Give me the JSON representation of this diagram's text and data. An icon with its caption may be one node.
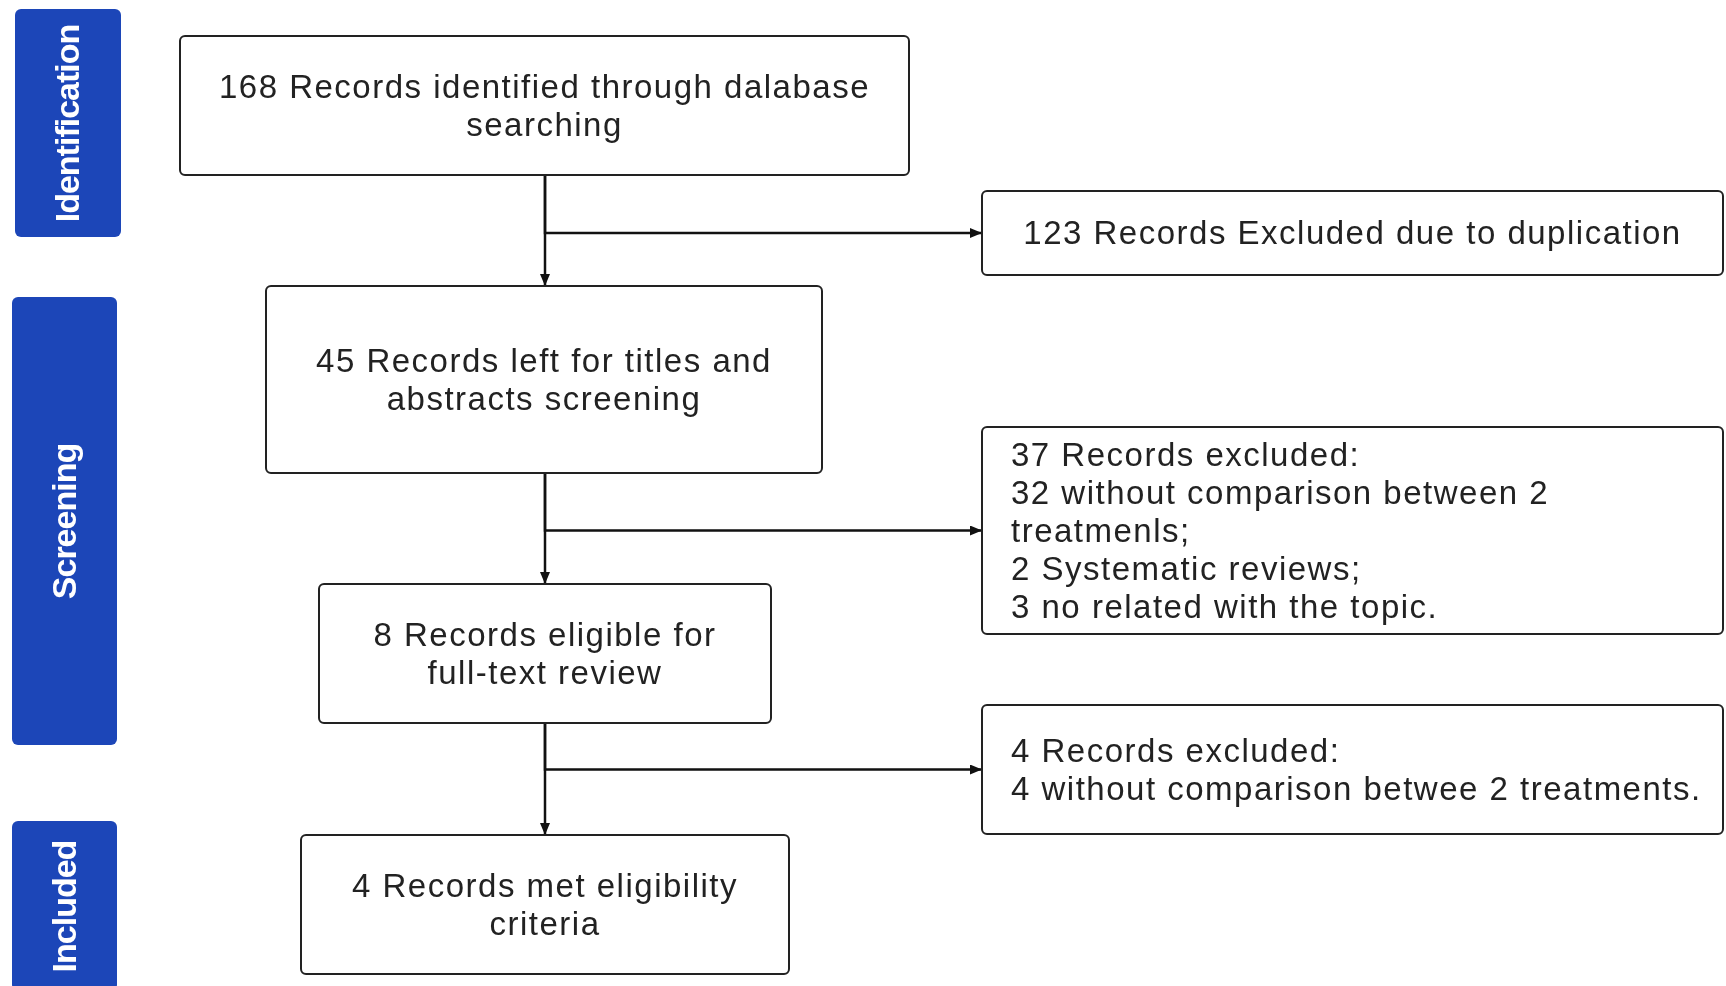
{
  "diagram": {
    "nodes": [
      {
        "text": [
          "Identification"
        ]
      },
      {
        "text": [
          "Screening"
        ]
      },
      {
        "text": [
          "Included"
        ]
      },
      {
        "text": [
          "168 Records identified through dalabase searching"
        ]
      },
      {
        "text": [
          "123 Records Excluded due to duplication"
        ]
      },
      {
        "text": [
          "45 Records left for titles and abstracts screening"
        ]
      },
      {
        "text": [
          "37 Records excluded:",
          "32 without comparison between 2 treatmenls;",
          "2 Systematic reviews;",
          "3 no related with the topic."
        ]
      },
      {
        "text": [
          "8 Records eligible for full-text review"
        ]
      },
      {
        "text": [
          "4 Records excluded:",
          "4 without comparison betwee 2 treatments."
        ]
      },
      {
        "text": [
          "4 Records met eligibility criteria"
        ]
      }
    ],
    "edges": [
      {
        "from": 3,
        "to": 5,
        "arrow": "to"
      },
      {
        "from": 3,
        "to": 4,
        "arrow": "to"
      },
      {
        "from": 5,
        "to": 7,
        "arrow": "to"
      },
      {
        "from": 5,
        "to": 6,
        "arrow": "to"
      },
      {
        "from": 7,
        "to": 9,
        "arrow": "to"
      },
      {
        "from": 7,
        "to": 8,
        "arrow": "to"
      }
    ]
  }
}
